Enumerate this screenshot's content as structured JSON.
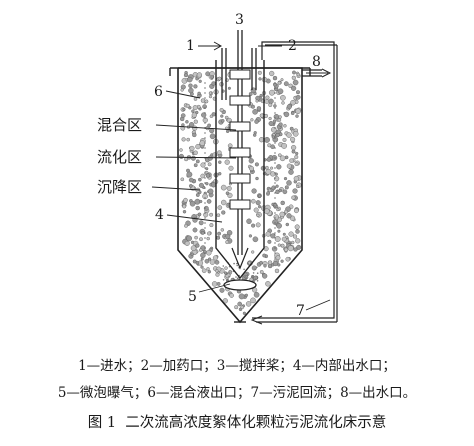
{
  "labels": {
    "n1": "1",
    "n2": "2",
    "n3": "3",
    "n4": "4",
    "n5": "5",
    "n6": "6",
    "n7": "7",
    "n8": "8"
  },
  "zones": {
    "mixing": "混合区",
    "fluidization": "流化区",
    "settling": "沉降区"
  },
  "legend": {
    "line1": "1—进水；2—加药口；3—搅拌桨；4—内部出水口；",
    "line2": "5—微泡曝气；6—混合液出口；7—污泥回流；8—出水口。"
  },
  "caption": {
    "prefix": "图 1",
    "text": "二次流高浓度絮体化颗粒污泥流化床示意"
  }
}
